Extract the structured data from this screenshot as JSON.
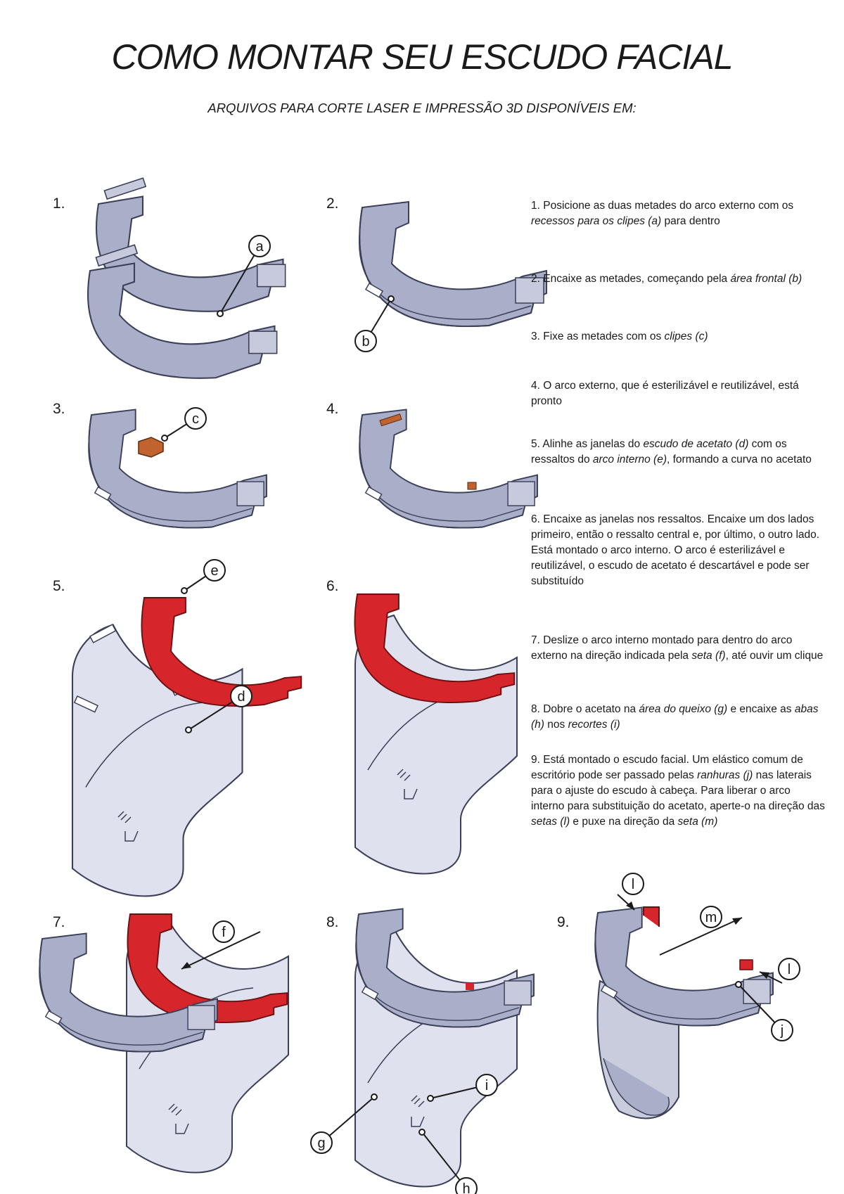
{
  "title": "COMO MONTAR SEU ESCUDO FACIAL",
  "subtitle": "ARQUIVOS PARA CORTE LASER E IMPRESSÃO 3D DISPONÍVEIS EM:",
  "colors": {
    "outer_arc": "#a9afc8",
    "outer_arc_stroke": "#3b3f57",
    "inner_arc": "#d6262c",
    "clip": "#c0632f",
    "acetate": "#dfe2ee"
  },
  "figures": [
    {
      "number": "1.",
      "callouts": [
        "a"
      ]
    },
    {
      "number": "2.",
      "callouts": [
        "b"
      ]
    },
    {
      "number": "3.",
      "callouts": [
        "c"
      ]
    },
    {
      "number": "4.",
      "callouts": []
    },
    {
      "number": "5.",
      "callouts": [
        "e",
        "d"
      ]
    },
    {
      "number": "6.",
      "callouts": []
    },
    {
      "number": "7.",
      "callouts": [
        "f"
      ]
    },
    {
      "number": "8.",
      "callouts": [
        "i",
        "g",
        "h"
      ]
    },
    {
      "number": "9.",
      "callouts": [
        "l",
        "m",
        "l",
        "j"
      ]
    }
  ],
  "instructions": [
    {
      "n": "1.",
      "parts": [
        {
          "t": "Posicione as duas metades do arco externo com os "
        },
        {
          "t": "recessos para os clipes (a)",
          "i": true
        },
        {
          "t": " para dentro"
        }
      ]
    },
    {
      "n": "2.",
      "parts": [
        {
          "t": "Encaixe as metades, começando pela "
        },
        {
          "t": "área frontal (b)",
          "i": true
        }
      ]
    },
    {
      "n": "3.",
      "parts": [
        {
          "t": "Fixe as metades com os "
        },
        {
          "t": "clipes (c)",
          "i": true
        }
      ]
    },
    {
      "n": "4.",
      "parts": [
        {
          "t": "O arco externo, que é esterilizável e reutilizável, está pronto"
        }
      ]
    },
    {
      "n": "5.",
      "parts": [
        {
          "t": "Alinhe as janelas do "
        },
        {
          "t": "escudo de acetato (d)",
          "i": true
        },
        {
          "t": " com os ressaltos do "
        },
        {
          "t": "arco interno (e)",
          "i": true
        },
        {
          "t": ", formando a curva no acetato"
        }
      ]
    },
    {
      "n": "6.",
      "parts": [
        {
          "t": "Encaixe as janelas nos ressaltos. Encaixe um dos lados primeiro, então o ressalto central e, por último, o outro lado. Está montado o arco interno. O arco é esterilizável e reutilizável, o escudo de acetato é descartável e pode ser substituído"
        }
      ]
    },
    {
      "n": "7.",
      "parts": [
        {
          "t": "Deslize o arco interno montado para dentro do arco externo na direção indicada pela "
        },
        {
          "t": "seta (f)",
          "i": true
        },
        {
          "t": ", até ouvir um clique"
        }
      ]
    },
    {
      "n": "8.",
      "parts": [
        {
          "t": "Dobre o acetato na "
        },
        {
          "t": "área do queixo (g)",
          "i": true
        },
        {
          "t": " e encaixe as "
        },
        {
          "t": "abas (h)",
          "i": true
        },
        {
          "t": " nos "
        },
        {
          "t": "recortes (i)",
          "i": true
        }
      ]
    },
    {
      "n": "9.",
      "parts": [
        {
          "t": "Está montado o escudo facial. Um elástico comum de escritório pode ser passado pelas "
        },
        {
          "t": "ranhuras (j)",
          "i": true
        },
        {
          "t": " nas laterais para o ajuste do escudo à cabeça. Para liberar o arco interno para substituição do acetato, aperte-o na direção das "
        },
        {
          "t": "setas (l)",
          "i": true
        },
        {
          "t": " e puxe na direção da "
        },
        {
          "t": "seta (m)",
          "i": true
        }
      ]
    }
  ]
}
